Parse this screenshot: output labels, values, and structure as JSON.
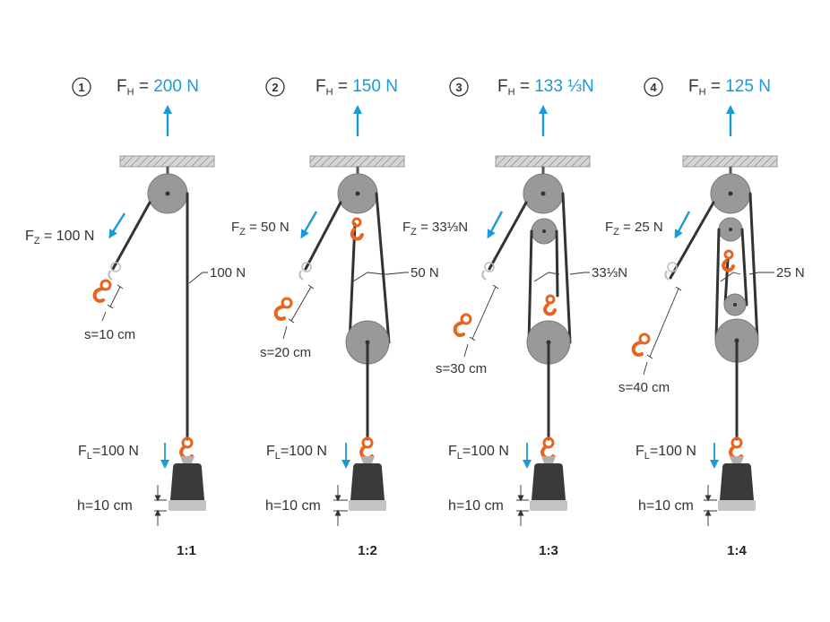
{
  "panels": [
    {
      "number": "1",
      "fh_label": "F",
      "fh_sub": "H",
      "fh_eq": " = ",
      "fh_value": "200 N",
      "fz_label": "F",
      "fz_sub": "Z",
      "fz_value": " = 100 N",
      "rope_force": "100 N",
      "s_label": "s=10 cm",
      "fl_label": "F",
      "fl_sub": "L",
      "fl_value": "=100 N",
      "h_label": "h=10 cm",
      "ratio": "1:1"
    },
    {
      "number": "2",
      "fh_label": "F",
      "fh_sub": "H",
      "fh_eq": " = ",
      "fh_value": "150 N",
      "fz_label": "F",
      "fz_sub": "Z",
      "fz_value": " = 50 N",
      "rope_force": "50 N",
      "s_label": "s=20 cm",
      "fl_label": "F",
      "fl_sub": "L",
      "fl_value": "=100 N",
      "h_label": "h=10 cm",
      "ratio": "1:2"
    },
    {
      "number": "3",
      "fh_label": "F",
      "fh_sub": "H",
      "fh_eq": " = ",
      "fh_value": "133 ⅓N",
      "fz_label": "F",
      "fz_sub": "Z",
      "fz_value": " = 33⅓N",
      "rope_force": "33⅓N",
      "s_label": "s=30 cm",
      "fl_label": "F",
      "fl_sub": "L",
      "fl_value": "=100 N",
      "h_label": "h=10 cm",
      "ratio": "1:3"
    },
    {
      "number": "4",
      "fh_label": "F",
      "fh_sub": "H",
      "fh_eq": " = ",
      "fh_value": "125 N",
      "fz_label": "F",
      "fz_sub": "Z",
      "fz_value": " = 25 N",
      "rope_force": "25 N",
      "s_label": "s=40 cm",
      "fl_label": "F",
      "fl_sub": "L",
      "fl_value": "=100 N",
      "h_label": "h=10 cm",
      "ratio": "1:4"
    }
  ],
  "colors": {
    "accent_blue": "#1a9ad6",
    "hook_orange": "#e8641e",
    "pulley_gray": "#999999",
    "rope": "#333333",
    "weight_dark": "#3a3a3a",
    "weight_base": "#c4c4c4"
  }
}
